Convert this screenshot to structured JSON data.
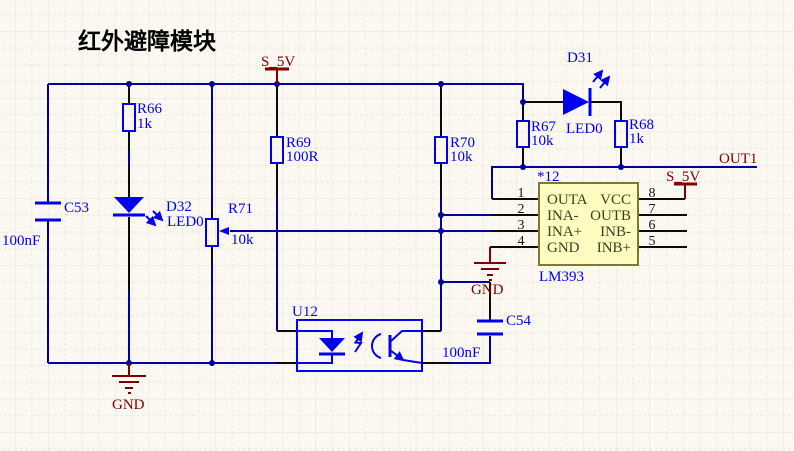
{
  "title": "红外避障模块",
  "nets": {
    "power_top": "S_5V",
    "power_ic": "S_5V",
    "gnd_left": "GND",
    "gnd_ic": "GND",
    "out1": "OUT1"
  },
  "components": {
    "r66": {
      "ref": "R66",
      "value": "1k"
    },
    "r69": {
      "ref": "R69",
      "value": "100R"
    },
    "r70": {
      "ref": "R70",
      "value": "10k"
    },
    "r67": {
      "ref": "R67",
      "value": "10k"
    },
    "r68": {
      "ref": "R68",
      "value": "1k"
    },
    "r71": {
      "ref": "R71",
      "value": "10k"
    },
    "c53": {
      "ref": "C53",
      "value": "100nF"
    },
    "c54": {
      "ref": "C54",
      "value": "100nF"
    },
    "d31": {
      "ref": "D31",
      "value": "LED0"
    },
    "d32": {
      "ref": "D32",
      "value": "LED0"
    },
    "u12": {
      "ref": "U12"
    },
    "ic": {
      "ref": "*12",
      "part": "LM393",
      "left_pins": [
        {
          "num": "1",
          "name": "OUTA"
        },
        {
          "num": "2",
          "name": "INA-"
        },
        {
          "num": "3",
          "name": "INA+"
        },
        {
          "num": "4",
          "name": "GND"
        }
      ],
      "right_pins": [
        {
          "num": "8",
          "name": "VCC"
        },
        {
          "num": "7",
          "name": "OUTB"
        },
        {
          "num": "6",
          "name": "INB-"
        },
        {
          "num": "5",
          "name": "INB+"
        }
      ]
    }
  },
  "colors": {
    "wire": "#00009B",
    "component": "#0000EE",
    "power_net": "#800000",
    "ic_fill": "#FFFCC1",
    "ic_border": "#7E792E",
    "background": "#FAF8F1"
  }
}
